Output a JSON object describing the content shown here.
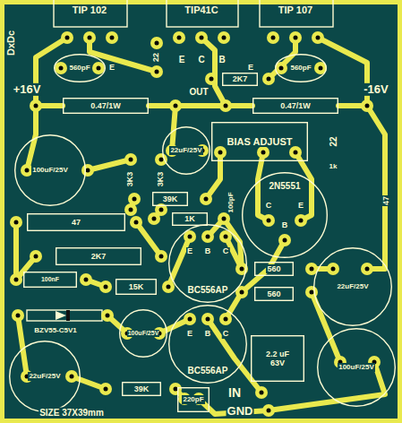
{
  "diagram": {
    "nodes": [
      {
        "text": [
          "560pF"
        ]
      },
      {
        "text": [
          "560pF"
        ]
      },
      {
        "text": [
          "0.47/1W"
        ]
      },
      {
        "text": [
          "2K7"
        ]
      },
      {
        "text": [
          "0.47/1W"
        ]
      },
      {
        "text": [
          "100uF/25V"
        ]
      },
      {
        "text": [
          "22uF/25V"
        ]
      },
      {
        "text": [
          "BIAS ADJUST"
        ]
      },
      {
        "text": [
          "39K"
        ]
      },
      {
        "text": [
          "2N5551"
        ]
      },
      {
        "text": [
          "1K"
        ]
      },
      {
        "text": [
          "47"
        ]
      },
      {
        "text": [
          "2K7"
        ]
      },
      {
        "text": [
          "100nF"
        ]
      },
      {
        "text": [
          "15K"
        ]
      },
      {
        "text": [
          "560"
        ]
      },
      {
        "text": [
          "560"
        ]
      },
      {
        "text": [
          "BC556AP"
        ]
      },
      {
        "text": [
          "22uF/25V"
        ]
      },
      {
        "text": [
          "100uF/25V"
        ]
      },
      {
        "text": [
          "BC556AP"
        ]
      },
      {
        "text": [
          "2.2 uF",
          "63V"
        ]
      },
      {
        "text": [
          "22uF/25V"
        ]
      },
      {
        "text": [
          "100uF/25V"
        ]
      },
      {
        "text": [
          "39K"
        ]
      },
      {
        "text": [
          "220pF"
        ]
      }
    ],
    "labels": [
      "TIP 102",
      "TIP41C",
      "TIP 107",
      "DxDc",
      "+16V",
      "-16V",
      "E",
      "22",
      "E",
      "C",
      "B",
      "E",
      "OUT",
      "3K3",
      "3K3",
      "100pF",
      "22",
      "1k",
      "47",
      "C",
      "B",
      "E",
      "E",
      "B",
      "C",
      "E",
      "B",
      "C",
      "BZV55-C5V1",
      "SIZE 37X39mm",
      "IN",
      "GND"
    ]
  }
}
